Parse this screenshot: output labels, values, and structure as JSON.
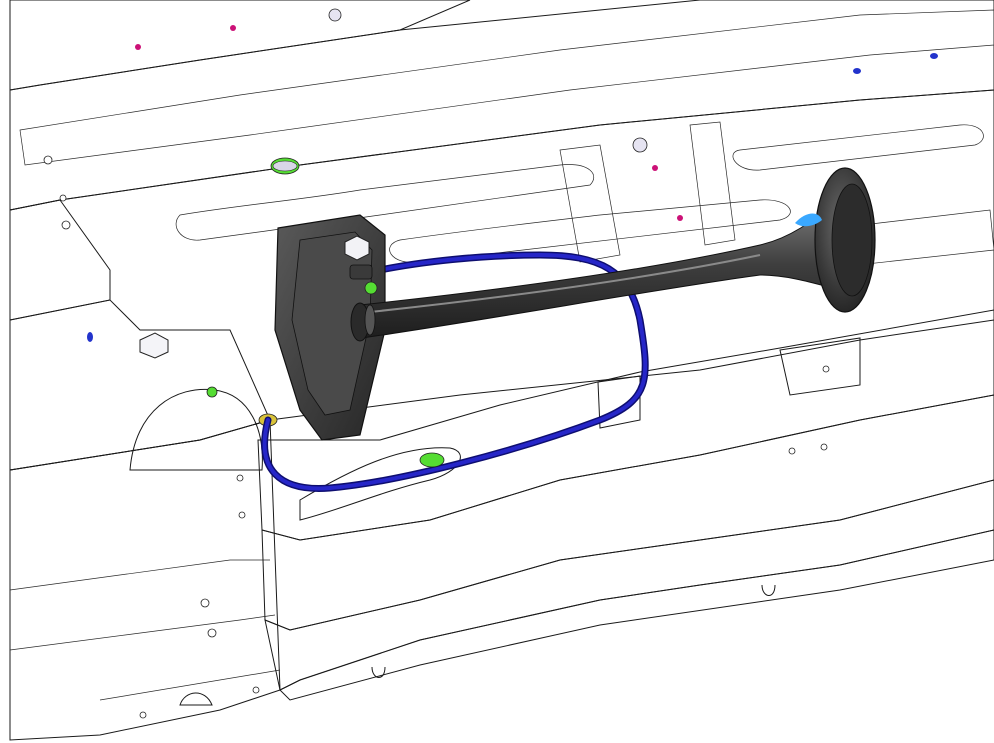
{
  "viewport": {
    "background": "#ffffff"
  },
  "colors": {
    "floor_panel_light": "#d6d4e6",
    "floor_panel_mid": "#b9b7cf",
    "floor_panel_dark": "#8f8da8",
    "reinforcement_cyan": "#2fe6e6",
    "reinforcement_cyan_shadow": "#14a9a9",
    "reinforcement_cyan_dark": "#0f8c8c",
    "horn_body": "#3a3a3a",
    "horn_highlight": "#6a6a6a",
    "air_hose": "#1a1aa8",
    "fitting_green": "#55dd33",
    "fastener_magenta": "#cc1177",
    "fastener_blue": "#2233cc",
    "grommet_yellow": "#d8c23a"
  },
  "parts": {
    "floor_panel": "floor-panel",
    "side_reinforcement": "side-reinforcement",
    "air_horn": "air-horn",
    "air_hose": "air-hose",
    "mounting_bracket": "horn-mounting-bracket"
  }
}
